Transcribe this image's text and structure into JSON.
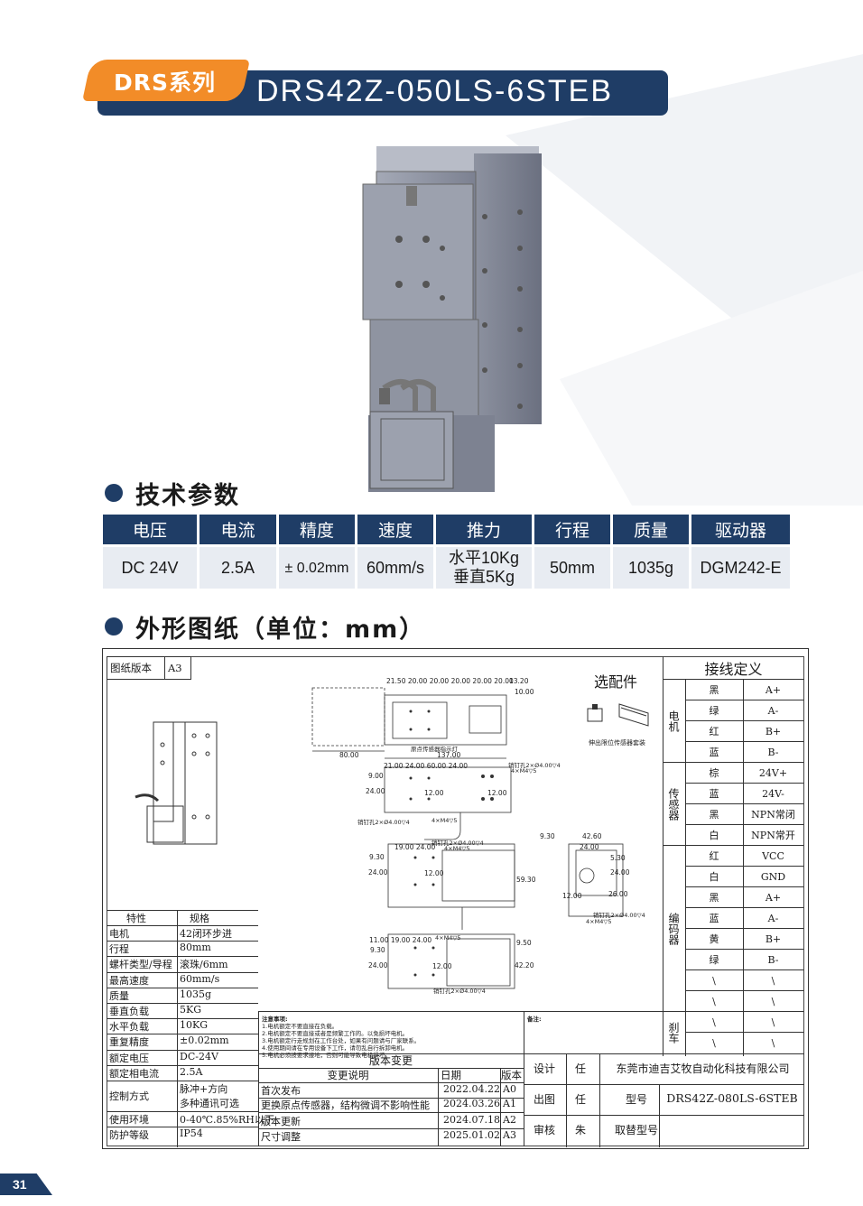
{
  "header": {
    "series": "DRS系列",
    "model": "DRS42Z-050LS-6STEB"
  },
  "sections": {
    "tech": "技术参数",
    "drawing": "外形图纸（单位：mm）"
  },
  "spec_table": {
    "headers": [
      "电压",
      "电流",
      "精度",
      "速度",
      "推力",
      "行程",
      "质量",
      "驱动器"
    ],
    "values": [
      "DC 24V",
      "2.5A",
      "± 0.02mm",
      "60mm/s",
      "水平10Kg",
      "50mm",
      "1035g",
      "DGM242-E"
    ],
    "thrust_line2": "垂直5Kg"
  },
  "drawing": {
    "version_label": "图纸版本",
    "version_value": "A3",
    "options_title": "选配件",
    "sensor_caption": "伸出限位传感器套装",
    "wiring_title": "接线定义",
    "wiring_groups": {
      "motor": "电机",
      "sensor": "传感器",
      "encoder": "编码器",
      "brake": "刹车"
    },
    "motor_rows": [
      [
        "黑",
        "A+"
      ],
      [
        "绿",
        "A-"
      ],
      [
        "红",
        "B+"
      ],
      [
        "蓝",
        "B-"
      ]
    ],
    "sensor_rows": [
      [
        "棕",
        "24V+"
      ],
      [
        "蓝",
        "24V-"
      ],
      [
        "黑",
        "NPN常闭"
      ],
      [
        "白",
        "NPN常开"
      ]
    ],
    "encoder_rows": [
      [
        "红",
        "VCC"
      ],
      [
        "白",
        "GND"
      ],
      [
        "黑",
        "A+"
      ],
      [
        "蓝",
        "A-"
      ],
      [
        "黄",
        "B+"
      ],
      [
        "绿",
        "B-"
      ],
      [
        "\\",
        "\\"
      ],
      [
        "\\",
        "\\"
      ]
    ],
    "brake_rows": [
      [
        "\\",
        "\\"
      ],
      [
        "\\",
        "\\"
      ]
    ],
    "characteristics_header": [
      "特性",
      "规格"
    ],
    "characteristics": [
      [
        "电机",
        "42闭环步进"
      ],
      [
        "行程",
        "80mm"
      ],
      [
        "螺杆类型/导程",
        "滚珠/6mm"
      ],
      [
        "最高速度",
        "60mm/s"
      ],
      [
        "质量",
        "1035g"
      ],
      [
        "垂直负载",
        "5KG"
      ],
      [
        "水平负载",
        "10KG"
      ],
      [
        "重复精度",
        "±0.02mm"
      ],
      [
        "额定电压",
        "DC-24V"
      ],
      [
        "额定相电流",
        "2.5A"
      ],
      [
        "控制方式",
        "脉冲+方向"
      ],
      [
        "使用环境",
        "0-40℃.85%RH以下"
      ],
      [
        "防护等级",
        "IP54"
      ]
    ],
    "control_line2": "多种通讯可选",
    "notes_title": "注意事项:",
    "notes": [
      "1.电机额定不要直接在负载。",
      "2.电机额定不要直接或者是频繁工作的。以免损坏电机。",
      "3.电机额定行走规划在工作台处，如果有问题请与厂家联系。",
      "4.使用期间请在专用设备下工作，请勿乱自行拆卸电机。",
      "5.电机必须按要求接地，否则可能导致电机损坏。"
    ],
    "remarks_title": "备注:",
    "change_title": "版本变更",
    "change_header": [
      "变更说明",
      "日期",
      "版本"
    ],
    "changes": [
      [
        "首次发布",
        "2022.04.22",
        "A0"
      ],
      [
        "更换原点传感器，结构微调不影响性能",
        "2024.03.26",
        "A1"
      ],
      [
        "版本更新",
        "2024.07.18",
        "A2"
      ],
      [
        "尺寸调整",
        "2025.01.02",
        "A3"
      ]
    ],
    "title_block": {
      "design_label": "设计",
      "design_name": "任",
      "drawn_label": "出图",
      "drawn_name": "任",
      "check_label": "审核",
      "check_name": "朱",
      "company": "东莞市迪吉艾牧自动化科技有限公司",
      "model_label": "型号",
      "model_value": "DRS42Z-080LS-6STEB",
      "replace_label": "取替型号"
    },
    "dims": {
      "top_row": "21.50 20.00 20.00 20.00 20.00 20.00",
      "d13": "13.20",
      "d10": "10.00",
      "d80": "80.00",
      "d137": "137.00",
      "origin_label": "原点传感器指示灯",
      "row2": "21.00 24.00 60.00 24.00",
      "d9": "9.00",
      "d24": "24.00",
      "d12": "12.00",
      "pin_a": "销钉孔2×Ø4.00▽4",
      "m4_a": "4×M4▽5",
      "pin_b": "销钉孔2×Ø4.00▽4",
      "m4_b": "4×M4▽5",
      "row3": "19.00 24.00",
      "d930": "9.30",
      "d5930": "59.30",
      "side_930": "9.30",
      "side_4260": "42.60",
      "side_2400": "24.00",
      "side_530": "5.30",
      "side_2600": "26.00",
      "side_1200": "12.00",
      "bottom_row": "11.00 19.00 24.00",
      "d950": "9.50",
      "d4220": "42.20"
    }
  },
  "page_number": "31"
}
